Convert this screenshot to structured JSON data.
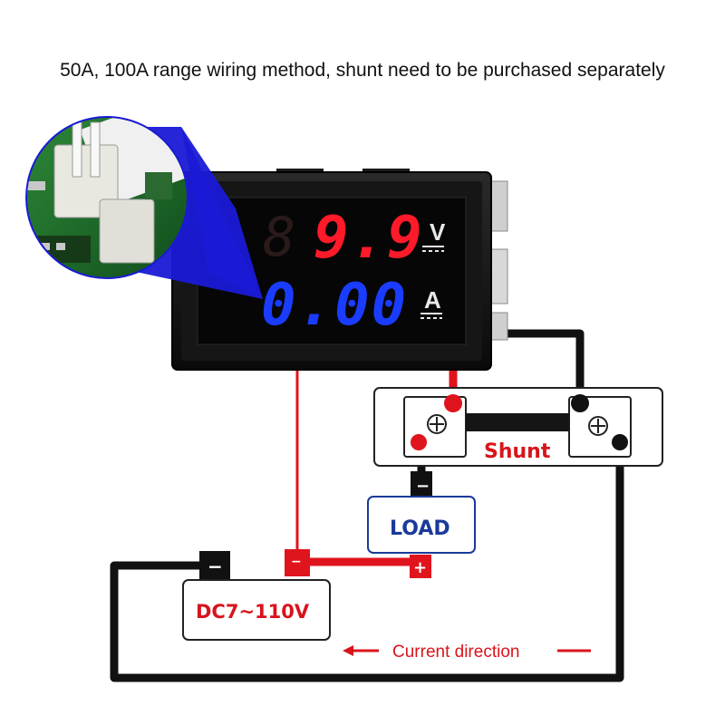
{
  "title": "50A, 100A range wiring method, shunt need to be purchased separately",
  "meter": {
    "voltage_reading": "9.9",
    "current_reading": "0.00",
    "voltage_unit": "V",
    "current_unit": "A"
  },
  "shunt": {
    "label": "Shunt"
  },
  "load": {
    "label": "LOAD",
    "negative_symbol": "−"
  },
  "supply": {
    "label": "DC7~110V",
    "negative_symbol": "−",
    "positive_symbol": "+",
    "probe_symbol": "−"
  },
  "current_direction": {
    "label": "Current direction"
  },
  "colors": {
    "wire_black": "#111111",
    "wire_red": "#e0141c",
    "voltage_digits": "#ff1a2a",
    "current_digits": "#1a3cff",
    "label_red": "#d8141c",
    "label_blue": "#1a3a9a",
    "inset_blue": "#1a1ad6"
  },
  "icons": [
    "screw-terminal-icon",
    "connector-plug-icon"
  ]
}
